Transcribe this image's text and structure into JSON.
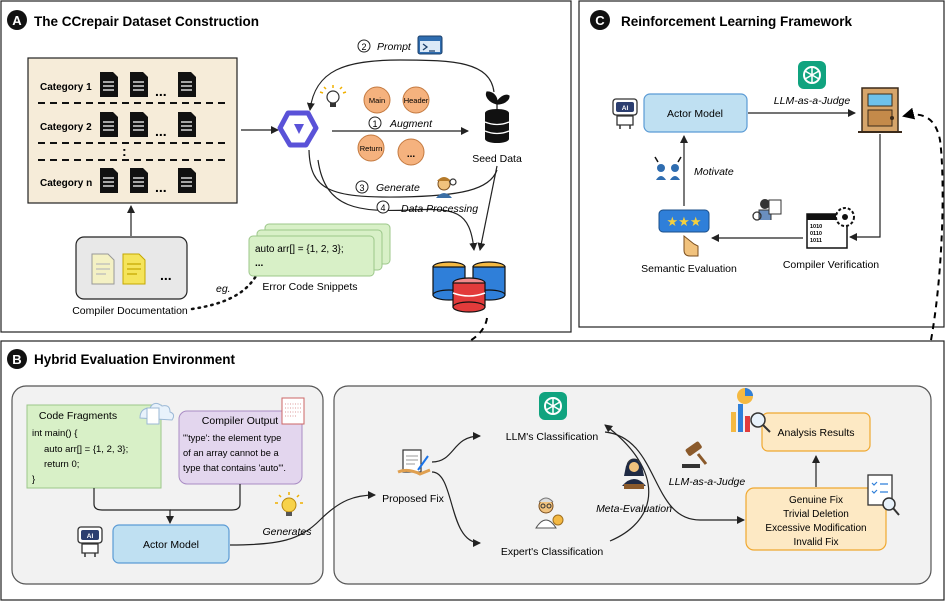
{
  "panel_a": {
    "badge": "A",
    "title": "The CCrepair Dataset Construction",
    "categories": [
      "Category 1",
      "Category 2",
      "Category n"
    ],
    "ellipsis": "...",
    "vertical_dots": ":",
    "compiler_documentation": "Compiler Documentation",
    "eg": "eg.",
    "prompt_num": "2",
    "prompt": "Prompt",
    "augment_num": "1",
    "augment": "Augment",
    "generate_num": "3",
    "generate": "Generate",
    "processing_num": "4",
    "data_processing": "Data Processing",
    "seed_data": "Seed Data",
    "seed_nodes": [
      "Main",
      "Header",
      "Return",
      "..."
    ],
    "snippet_line1": "auto arr[] = {1, 2, 3};",
    "snippet_line2": "...",
    "error_code_snippets": "Error Code Snippets"
  },
  "panel_b": {
    "badge": "B",
    "title": "Hybrid Evaluation Environment",
    "code_fragments": {
      "title": "Code Fragments",
      "lines": [
        "int main() {",
        "auto arr[] = {1, 2, 3};",
        "return 0;",
        "}"
      ]
    },
    "compiler_output": {
      "title": "Compiler Output",
      "lines": [
        "\"'type': the element type",
        "of an array cannot be a",
        "type that contains 'auto'\"."
      ]
    },
    "actor_model": "Actor Model",
    "generates": "Generates",
    "proposed_fix": "Proposed Fix",
    "llm_classification": "LLM's Classification",
    "expert_classification": "Expert's Classification",
    "meta_evaluation": "Meta-Evaluation",
    "llm_as_judge": "LLM-as-a-Judge",
    "analysis_results": "Analysis Results",
    "fix_categories": [
      "Genuine Fix",
      "Trivial Deletion",
      "Excessive Modification",
      "Invalid Fix"
    ]
  },
  "panel_c": {
    "badge": "C",
    "title": "Reinforcement Learning Framework",
    "actor_model": "Actor Model",
    "llm_as_judge": "LLM-as-a-Judge",
    "motivate": "Motivate",
    "semantic_evaluation": "Semantic Evaluation",
    "compiler_verification": "Compiler Verification"
  },
  "icons": {
    "robot_label": "AI",
    "binary_text": [
      "1010",
      "0110",
      "1011"
    ],
    "code_brackets": "</>"
  },
  "colors": {
    "model_box": "#bfe0f2",
    "model_border": "#5b9bd5",
    "orange_box": "#fde9c4",
    "orange_border": "#f0a830",
    "green_note": "#d8f0c7",
    "purple_note": "#e3d6ee",
    "panel_gray": "#f2f2f2",
    "gpt_green": "#10a37f"
  }
}
